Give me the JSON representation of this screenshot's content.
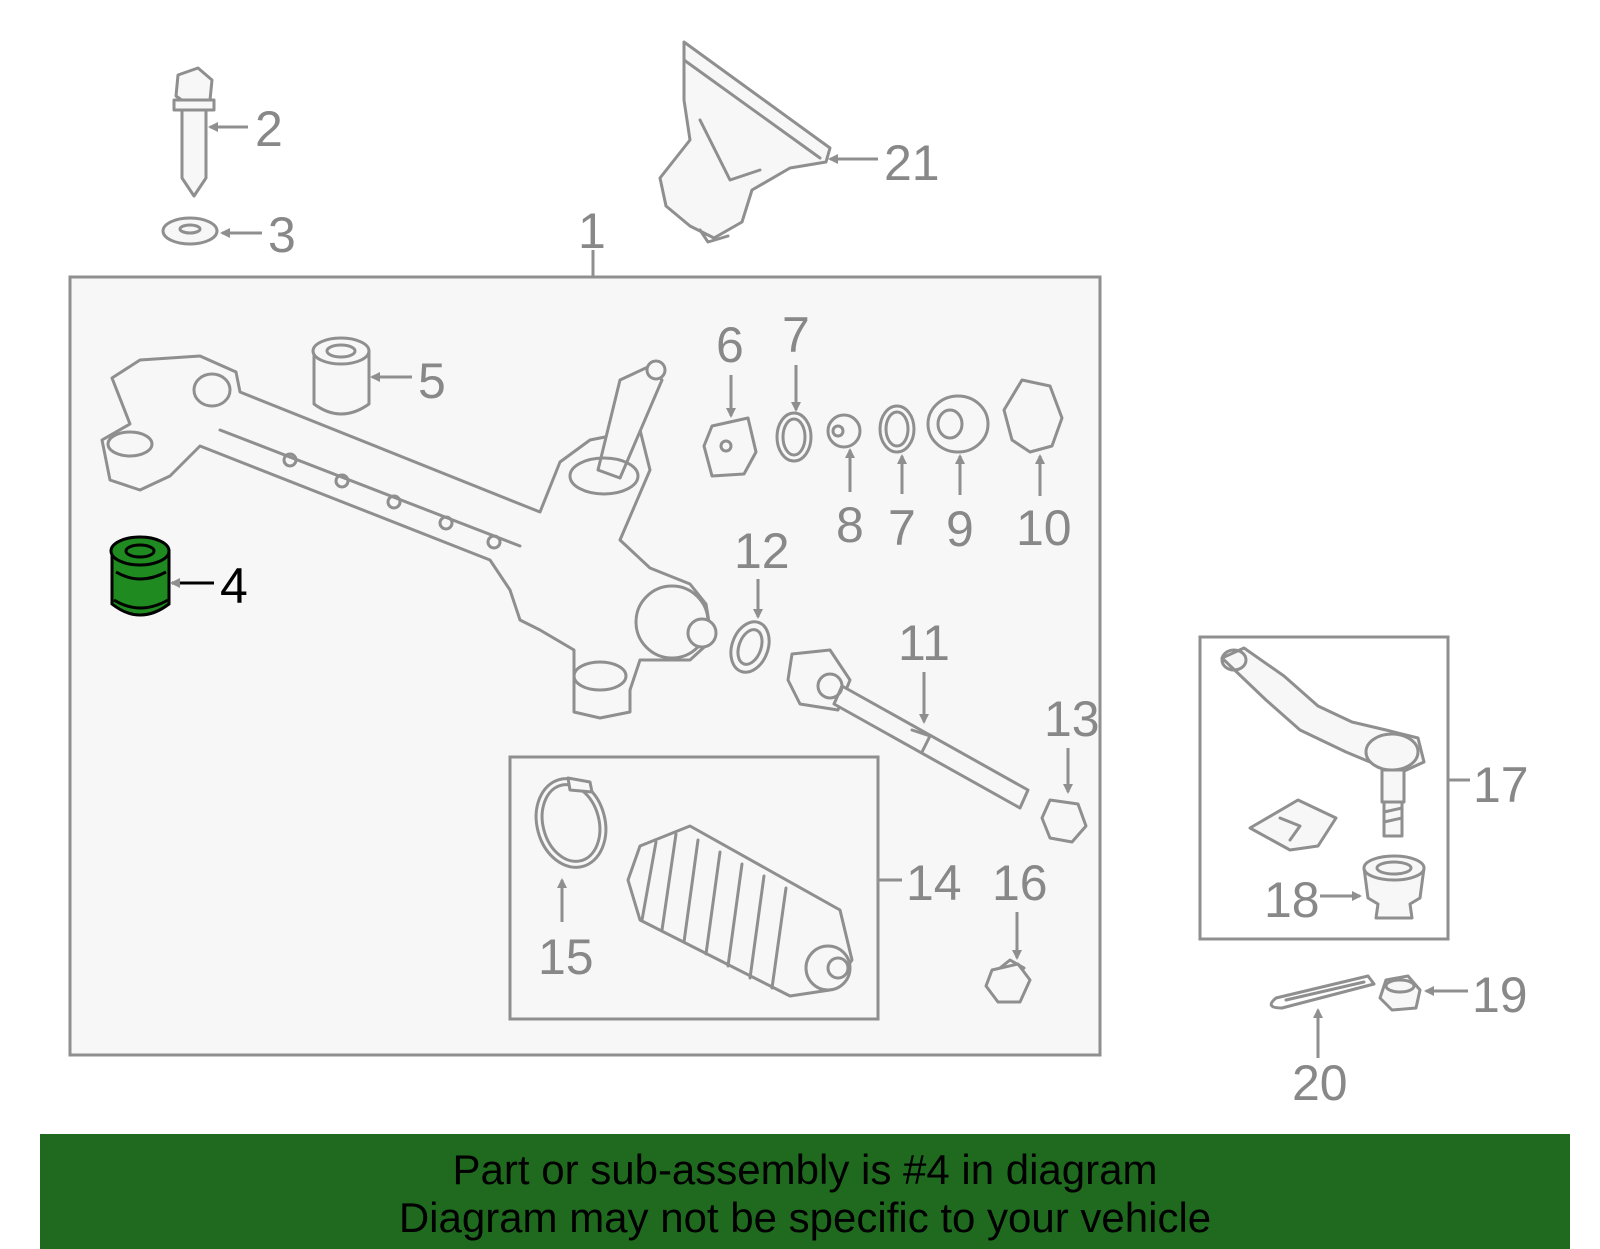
{
  "diagram": {
    "highlight_part": "4",
    "highlight_color": "#1f8a1f",
    "labels": {
      "l1": "1",
      "l2": "2",
      "l3": "3",
      "l4": "4",
      "l5": "5",
      "l6": "6",
      "l7a": "7",
      "l7b": "7",
      "l8": "8",
      "l9": "9",
      "l10": "10",
      "l11": "11",
      "l12": "12",
      "l13": "13",
      "l14": "14",
      "l15": "15",
      "l16": "16",
      "l17": "17",
      "l18": "18",
      "l19": "19",
      "l20": "20",
      "l21": "21"
    }
  },
  "banner": {
    "background": "#1f6a1f",
    "line1": "Part or sub-assembly is #4 in diagram",
    "line2": "Diagram may not be specific to your vehicle"
  }
}
